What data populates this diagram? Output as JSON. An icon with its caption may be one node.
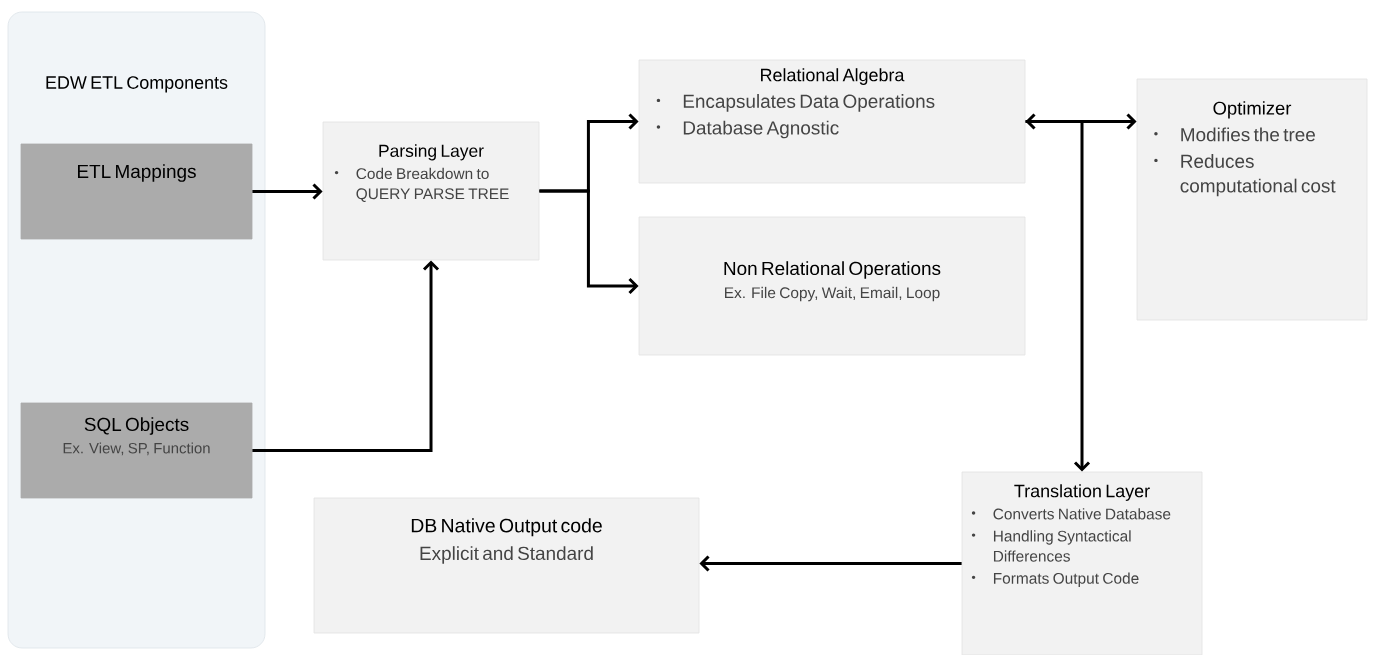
{
  "diagram": {
    "nodes": [
      {
        "text": [
          "EDW ETL Components"
        ]
      },
      {
        "text": [
          "ETL Mappings"
        ],
        "in": 0
      },
      {
        "text": [
          "SQL Objects",
          "Ex. View, SP, Function"
        ],
        "in": 0
      },
      {
        "text": [
          "Parsing Layer",
          "Code Breakdown to QUERY PARSE TREE"
        ]
      },
      {
        "text": [
          "Relational Algebra",
          "Encapsulates Data Operations",
          "Database Agnostic"
        ]
      },
      {
        "text": [
          "Non Relational Operations",
          "Ex. File Copy, Wait, Email, Loop"
        ]
      },
      {
        "text": [
          "Optimizer",
          "Modifies the tree",
          "Reduces computational cost"
        ]
      },
      {
        "text": [
          "Translation Layer",
          "Converts Native Database",
          "Handling Syntactical Differences",
          "Formats Output Code"
        ]
      },
      {
        "text": [
          "DB Native Output code",
          "Explicit and Standard"
        ]
      }
    ],
    "edges": [
      {
        "from": 1,
        "to": 3,
        "arrow": "to"
      },
      {
        "from": 2,
        "to": 3,
        "arrow": "to"
      },
      {
        "from": 3,
        "to": 4,
        "arrow": "to"
      },
      {
        "from": 3,
        "to": 5,
        "arrow": "to"
      },
      {
        "from": 4,
        "to": 6,
        "arrow": "both"
      },
      {
        "from": 4,
        "to": 7,
        "arrow": "to"
      },
      {
        "from": 7,
        "to": 8,
        "arrow": "to"
      }
    ]
  }
}
